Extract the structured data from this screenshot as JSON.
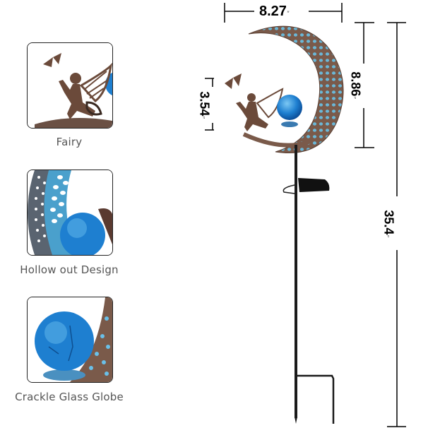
{
  "features": [
    {
      "label": "Fairy",
      "icon": "fairy-thumbnail"
    },
    {
      "label": "Hollow out Design",
      "icon": "hollow-design-thumbnail"
    },
    {
      "label": "Crackle Glass Globe",
      "icon": "glass-globe-thumbnail"
    }
  ],
  "dimensions": {
    "moon_width": {
      "value": "8.27",
      "unit": "″"
    },
    "moon_height": {
      "value": "8.86",
      "unit": "″"
    },
    "fairy_height": {
      "value": "3.54",
      "unit": "″"
    },
    "total_height": {
      "value": "35.4",
      "unit": "″"
    }
  },
  "colors": {
    "bronze": "#7a5a4a",
    "teal": "#4a9cc4",
    "globe": "#1e7fd0",
    "stake": "#1a1a1a",
    "caption": "#555555"
  }
}
